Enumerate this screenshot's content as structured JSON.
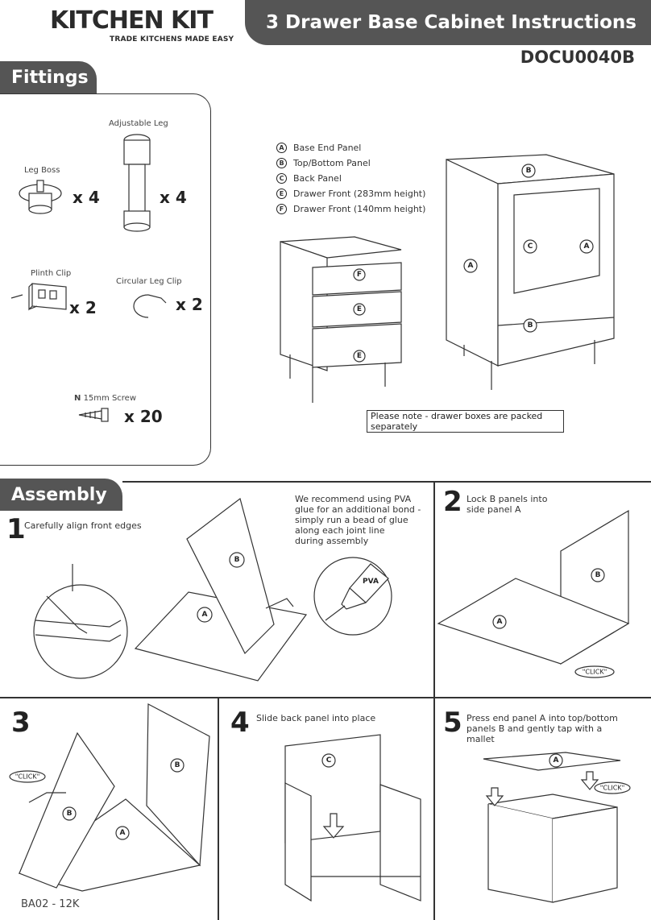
{
  "header": {
    "brand": "KITCHEN KIT",
    "tagline": "TRADE KITCHENS  MADE EASY",
    "title": "3 Drawer Base Cabinet Instructions",
    "doc_code": "DOCU0040B"
  },
  "fittings": {
    "section_title": "Fittings",
    "items": [
      {
        "label": "Leg Boss",
        "qty": "x 4"
      },
      {
        "label": "Adjustable Leg",
        "qty": "x 4"
      },
      {
        "label": "Plinth Clip",
        "qty": "x 2"
      },
      {
        "label": "Circular Leg Clip",
        "qty": "x 2"
      },
      {
        "code": "N",
        "label": "15mm Screw",
        "qty": "x 20"
      }
    ]
  },
  "legend": [
    {
      "key": "A",
      "text": "Base End Panel"
    },
    {
      "key": "B",
      "text": "Top/Bottom Panel"
    },
    {
      "key": "C",
      "text": "Back Panel"
    },
    {
      "key": "E",
      "text": "Drawer Front (283mm height)"
    },
    {
      "key": "F",
      "text": "Drawer Front (140mm height)"
    }
  ],
  "note": "Please note - drawer boxes are packed separately",
  "assembly": {
    "section_title": "Assembly",
    "pva_note": [
      "We recommend using PVA",
      "glue for an additional bond -",
      "simply run a bead of glue",
      "along each joint line",
      "during assembly"
    ],
    "glue_label": "PVA",
    "steps": [
      {
        "number": "1",
        "text": "Carefully align front edges"
      },
      {
        "number": "2",
        "text": "Lock B panels into side panel A"
      },
      {
        "number": "3",
        "text": "",
        "callout": "\"CLICK\""
      },
      {
        "number": "4",
        "text": "Slide back panel into place"
      },
      {
        "number": "5",
        "text": "Press end panel A into top/bottom panels B and gently tap with a mallet"
      }
    ],
    "click_label": "\"CLICK\""
  },
  "footer": "BA02 - 12K"
}
